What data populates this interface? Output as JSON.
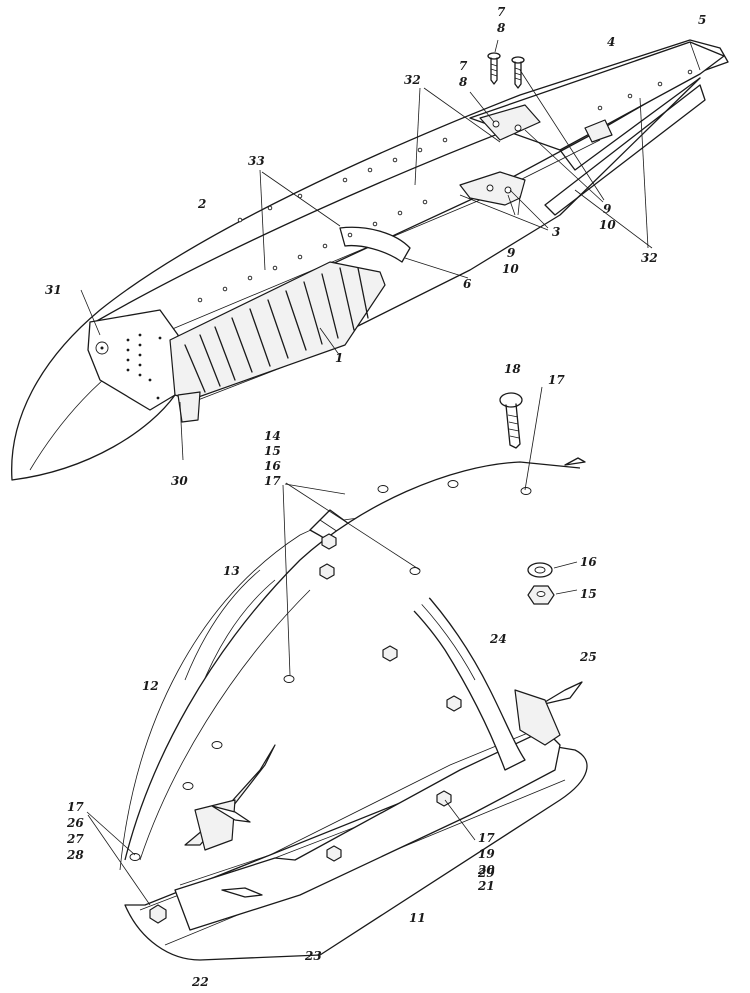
{
  "callouts": {
    "c1": "1",
    "c2": "2",
    "c3": "3",
    "c4": "4",
    "c5": "5",
    "c6": "6",
    "c7a": "7",
    "c8a": "8",
    "c7b": "7",
    "c8b": "8",
    "c9a": "9",
    "c10a": "10",
    "c9b": "9",
    "c10b": "10",
    "c11": "11",
    "c12": "12",
    "c13": "13",
    "c14": "14",
    "c15a": "15",
    "c16a": "16",
    "c17a": "17",
    "c15b": "15",
    "c16b": "16",
    "c17b": "17",
    "c18": "18",
    "c17c": "17",
    "c19": "19",
    "c20": "20",
    "c21": "21",
    "c22": "22",
    "c23": "23",
    "c24": "24",
    "c25": "25",
    "c17d": "17",
    "c26": "26",
    "c27": "27",
    "c28": "28",
    "c29": "29",
    "c30": "30",
    "c31": "31",
    "c32a": "32",
    "c32b": "32",
    "c33": "33"
  },
  "colors": {
    "ink": "#1a1a1a",
    "paper": "#ffffff"
  }
}
